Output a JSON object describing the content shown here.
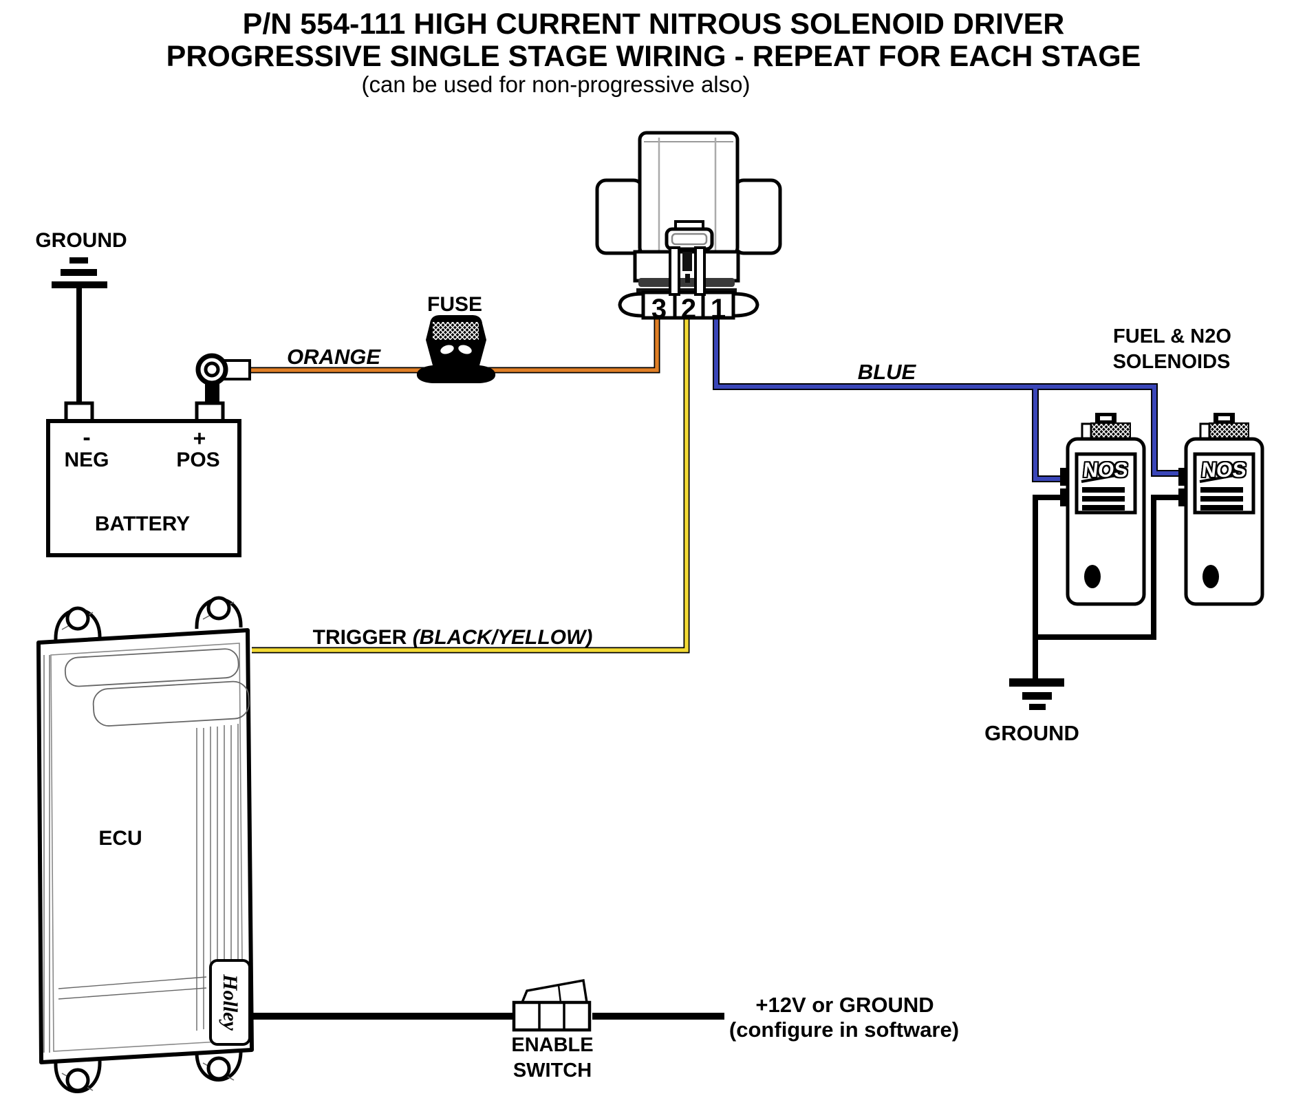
{
  "title": {
    "line1": "P/N 554-111 HIGH CURRENT NITROUS SOLENOID DRIVER",
    "line2": "PROGRESSIVE SINGLE STAGE WIRING - REPEAT FOR EACH STAGE",
    "subtitle": "(can be used for non-progressive also)"
  },
  "battery": {
    "label": "BATTERY",
    "ground_label": "GROUND",
    "neg_sign": "-",
    "neg_label": "NEG",
    "pos_sign": "+",
    "pos_label": "POS"
  },
  "fuse": {
    "label": "FUSE"
  },
  "wires": {
    "orange": {
      "label": "ORANGE",
      "color": "#E07F26"
    },
    "trigger": {
      "label": "TRIGGER",
      "label_detail": "(BLACK/YELLOW)",
      "color": "#F3DA35"
    },
    "blue": {
      "label": "BLUE",
      "color": "#3A46B8"
    }
  },
  "driver_connector": {
    "pins": [
      "3",
      "2",
      "1"
    ]
  },
  "solenoids": {
    "title_line1": "FUEL & N2O",
    "title_line2": "SOLENOIDS",
    "brand": "NOS",
    "ground_label": "GROUND"
  },
  "ecu": {
    "label": "ECU",
    "brand": "Holley"
  },
  "enable_switch": {
    "line1": "ENABLE",
    "line2": "SWITCH"
  },
  "power_note": {
    "line1": "+12V or GROUND",
    "line2": "(configure in software)"
  }
}
